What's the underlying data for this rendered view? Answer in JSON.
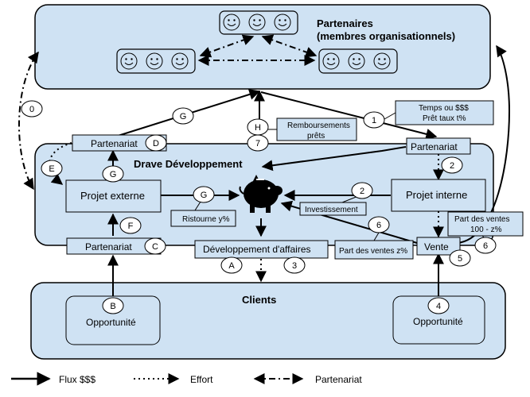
{
  "partners": {
    "title_line1": "Partenaires",
    "title_line2": "(membres organisationnels)"
  },
  "drave": {
    "title": "Drave Développement"
  },
  "clients": {
    "title": "Clients"
  },
  "boxes": {
    "partenariat_d": "Partenariat",
    "partenariat_right": "Partenariat",
    "projet_externe": "Projet externe",
    "projet_interne": "Projet interne",
    "partenariat_c": "Partenariat",
    "developpement_affaires": "Développement d'affaires",
    "vente": "Vente",
    "opportunite_left": "Opportunité",
    "opportunite_right": "Opportunité"
  },
  "markers": {
    "m0": "0",
    "m1": "1",
    "m2a": "2",
    "m2b": "2",
    "m3": "3",
    "m4": "4",
    "m5": "5",
    "m6a": "6",
    "m6b": "6",
    "m7": "7",
    "mA": "A",
    "mB": "B",
    "mC": "C",
    "mD": "D",
    "mE": "E",
    "mF": "F",
    "mG1": "G",
    "mG2": "G",
    "mG3": "G",
    "mH": "H"
  },
  "callouts": {
    "temps_line1": "Temps ou $$$",
    "temps_line2": "Prêt taux t%",
    "remb_line1": "Remboursements",
    "remb_line2": "prêts",
    "ristourne": "Ristourne y%",
    "investissement": "Investissement",
    "part_z": "Part des ventes z%",
    "part_100_line1": "Part des ventes",
    "part_100_line2": "100 - z%"
  },
  "legend": {
    "flux": "Flux $$$",
    "effort": "Effort",
    "partenariat": "Partenariat"
  },
  "icons": {
    "partner_member": "smiley-face-icon",
    "piggy_bank": "piggy-bank-icon"
  },
  "colors": {
    "region_fill": "#cfe2f3",
    "box_fill": "#cfe2f3",
    "stroke": "#000000"
  }
}
